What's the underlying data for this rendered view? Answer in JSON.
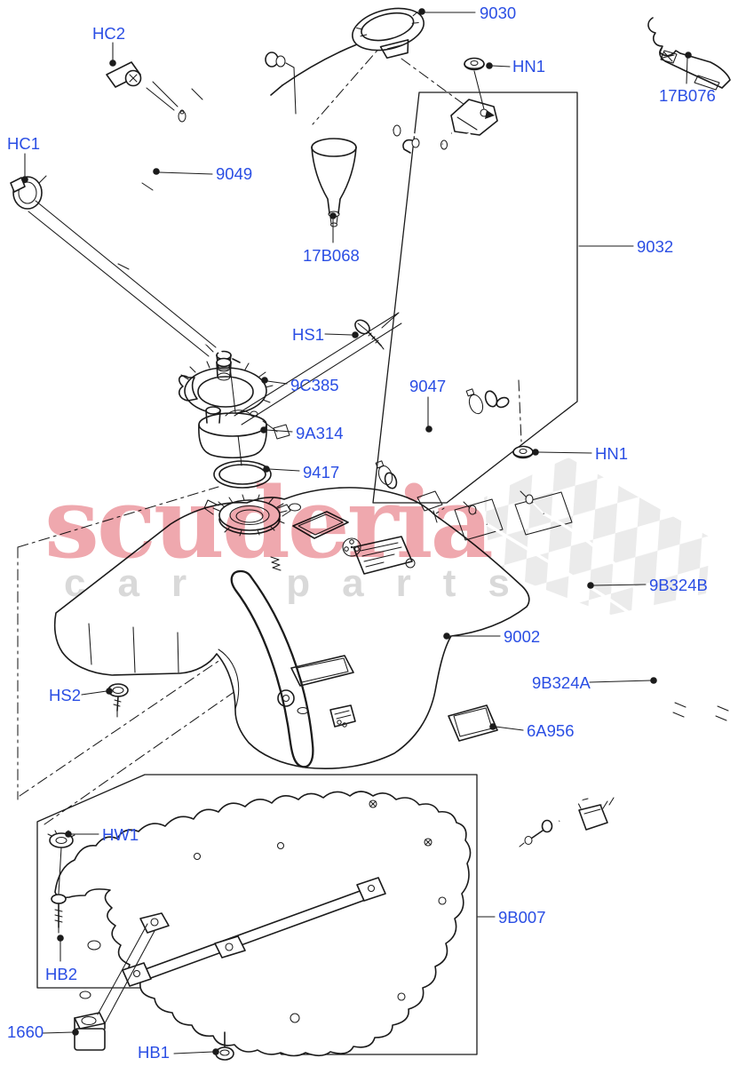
{
  "watermark": {
    "brand": "scuderia",
    "tagline": "car parts"
  },
  "colors": {
    "background": "#ffffff",
    "line": "#1b1b1b",
    "label_blue": "#2a4ee4",
    "watermark_pink": "#efa8ae",
    "watermark_gray": "#d9d9d9",
    "checker_gray": "#dedede"
  },
  "callouts": [
    {
      "id": "HC2",
      "text": "HC2"
    },
    {
      "id": "9030",
      "text": "9030"
    },
    {
      "id": "HN1-top",
      "text": "HN1"
    },
    {
      "id": "17B076",
      "text": "17B076"
    },
    {
      "id": "HC1",
      "text": "HC1"
    },
    {
      "id": "9049",
      "text": "9049"
    },
    {
      "id": "17B068",
      "text": "17B068"
    },
    {
      "id": "9032",
      "text": "9032"
    },
    {
      "id": "HS1",
      "text": "HS1"
    },
    {
      "id": "9C385",
      "text": "9C385"
    },
    {
      "id": "9047",
      "text": "9047"
    },
    {
      "id": "9A314",
      "text": "9A314"
    },
    {
      "id": "HN1-right",
      "text": "HN1"
    },
    {
      "id": "9417",
      "text": "9417"
    },
    {
      "id": "9B324B",
      "text": "9B324B"
    },
    {
      "id": "9002",
      "text": "9002"
    },
    {
      "id": "9B324A",
      "text": "9B324A"
    },
    {
      "id": "HS2",
      "text": "HS2"
    },
    {
      "id": "6A956",
      "text": "6A956"
    },
    {
      "id": "HW1",
      "text": "HW1"
    },
    {
      "id": "9B007",
      "text": "9B007"
    },
    {
      "id": "HB2",
      "text": "HB2"
    },
    {
      "id": "1660",
      "text": "1660"
    },
    {
      "id": "HB1",
      "text": "HB1"
    }
  ]
}
